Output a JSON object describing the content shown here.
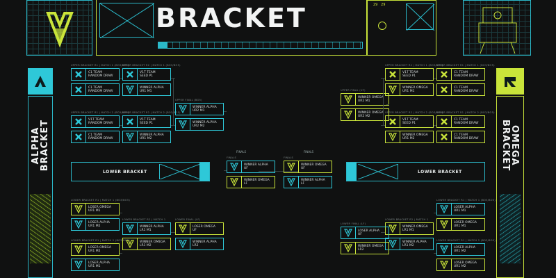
{
  "title": "BRACKET",
  "top_right_counter": "29   29",
  "alpha": {
    "label_line1": "ALPHA",
    "label_line2": "BRACKET",
    "logo": "AJ"
  },
  "omega": {
    "label_line1": "OMEGA",
    "label_line2": "BRACKET",
    "logo": "JR"
  },
  "lower_bracket_left": "LOWER BRACKET",
  "lower_bracket_right": "LOWER BRACKET",
  "finals_label_left": "FINALS",
  "finals_label_right": "FINALS",
  "left_upper": [
    {
      "head": "UPPER BRACKET R1 | MATCH 1 (BO3/BO5)",
      "teams": [
        {
          "icon": "x-icon",
          "color": "c",
          "label": "C1 TEAM\nRANDOM DRAW"
        },
        {
          "icon": "x-icon",
          "color": "c",
          "label": "C1 TEAM\nRANDOM DRAW"
        }
      ]
    },
    {
      "head": "UPPER BRACKET R1 | MATCH 2 (BO3/BO5)",
      "teams": [
        {
          "icon": "x-icon",
          "color": "c",
          "label": "V1T TEAM\nRANDOM DRAW"
        },
        {
          "icon": "x-icon",
          "color": "c",
          "label": "C1 TEAM\nRANDOM DRAW"
        }
      ]
    }
  ],
  "left_upper_r2": [
    {
      "head": "UPPER BRACKET R2 | MATCH 1 (BO3/BO5)",
      "teams": [
        {
          "icon": "x-icon",
          "color": "c",
          "label": "V1T TEAM\nSEED P1"
        },
        {
          "icon": "valorant-icon",
          "color": "c",
          "label": "WINNER ALPHA\nUR1 M1"
        }
      ]
    },
    {
      "head": "UPPER BRACKET R2 | MATCH 2 (BO3/BO5)",
      "teams": [
        {
          "icon": "x-icon",
          "color": "c",
          "label": "V1T TEAM\nSEED P1"
        },
        {
          "icon": "valorant-icon",
          "color": "c",
          "label": "WINNER ALPHA\nUR1 M2"
        }
      ]
    }
  ],
  "left_upper_final": {
    "head": "UPPER FINAL (BO5)",
    "teams": [
      {
        "icon": "valorant-icon",
        "color": "c",
        "label": "WINNER ALPHA\nUR2 M1"
      },
      {
        "icon": "valorant-icon",
        "color": "c",
        "label": "WINNER ALPHA\nUR2 M2"
      }
    ]
  },
  "left_finals": {
    "head": "FINALS",
    "teams": [
      {
        "icon": "valorant-icon",
        "color": "c",
        "label": "WINNER ALPHA\nUF"
      },
      {
        "icon": "valorant-icon",
        "color": "y",
        "label": "WINNER OMEGA\nLF"
      }
    ]
  },
  "left_lower_r1": [
    {
      "head": "LOWER BRACKET R1 | MATCH 1 (BO3/BO5)",
      "teams": [
        {
          "icon": "valorant-icon",
          "color": "y",
          "label": "LOSER OMEGA\nUR1 M1"
        },
        {
          "icon": "valorant-icon",
          "color": "c",
          "label": "LOSER ALPHA\nUR1 M2"
        }
      ]
    },
    {
      "head": "LOWER BRACKET R1 | MATCH 2 (BO3/BO5)",
      "teams": [
        {
          "icon": "valorant-icon",
          "color": "y",
          "label": "LOSER OMEGA\nUR1 M2"
        },
        {
          "icon": "valorant-icon",
          "color": "c",
          "label": "LOSER ALPHA\nUR1 M1"
        }
      ]
    }
  ],
  "left_lower_r2": [
    {
      "head": "LOWER BRACKET R2 | MATCH 1",
      "teams": [
        {
          "icon": "valorant-icon",
          "color": "c",
          "label": "WINNER ALPHA\nLR1 M1"
        },
        {
          "icon": "valorant-icon",
          "color": "y",
          "label": "WINNER OMEGA\nLR1 M2"
        }
      ]
    }
  ],
  "left_lower_final": {
    "head": "LOWER FINAL (LF)",
    "teams": [
      {
        "icon": "valorant-icon",
        "color": "y",
        "label": "LOSER OMEGA\nUF"
      },
      {
        "icon": "valorant-icon",
        "color": "c",
        "label": "WINNER ALPHA\nLR2"
      }
    ]
  },
  "right_upper": [
    {
      "head": "UPPER BRACKET R1 | MATCH 1 (BO3/BO5)",
      "teams": [
        {
          "icon": "x-icon",
          "color": "y",
          "label": "C1 TEAM\nRANDOM DRAW"
        },
        {
          "icon": "x-icon",
          "color": "y",
          "label": "C1 TEAM\nRANDOM DRAW"
        }
      ]
    },
    {
      "head": "UPPER BRACKET R1 | MATCH 2 (BO3/BO5)",
      "teams": [
        {
          "icon": "x-icon",
          "color": "y",
          "label": "C1 TEAM\nRANDOM DRAW"
        },
        {
          "icon": "x-icon",
          "color": "y",
          "label": "C1 TEAM\nRANDOM DRAW"
        }
      ]
    }
  ],
  "right_upper_r2": [
    {
      "head": "UPPER BRACKET R2 | MATCH 1 (BO3/BO5)",
      "teams": [
        {
          "icon": "x-icon",
          "color": "y",
          "label": "V1T TEAM\nSEED P1"
        },
        {
          "icon": "valorant-icon",
          "color": "y",
          "label": "WINNER OMEGA\nUR1 M1"
        }
      ]
    },
    {
      "head": "UPPER BRACKET R2 | MATCH 2 (BO3/BO5)",
      "teams": [
        {
          "icon": "x-icon",
          "color": "y",
          "label": "V1T TEAM\nSEED P1"
        },
        {
          "icon": "valorant-icon",
          "color": "y",
          "label": "WINNER OMEGA\nUR1 M2"
        }
      ]
    }
  ],
  "right_upper_final": {
    "head": "UPPER FINAL (UF)",
    "teams": [
      {
        "icon": "valorant-icon",
        "color": "y",
        "label": "WINNER OMEGA\nUR2 M1"
      },
      {
        "icon": "valorant-icon",
        "color": "y",
        "label": "WINNER OMEGA\nUR2 M2"
      }
    ]
  },
  "right_finals": {
    "head": "FINALS",
    "teams": [
      {
        "icon": "valorant-icon",
        "color": "y",
        "label": "WINNER OMEGA\nUF"
      },
      {
        "icon": "valorant-icon",
        "color": "c",
        "label": "WINNER ALPHA\nLF"
      }
    ]
  },
  "right_lower_r1": [
    {
      "head": "LOWER BRACKET R1 | MATCH 1 (BO3/BO5)",
      "teams": [
        {
          "icon": "valorant-icon",
          "color": "c",
          "label": "LOSER ALPHA\nUR1 M1"
        },
        {
          "icon": "valorant-icon",
          "color": "y",
          "label": "LOSER OMEGA\nUR1 M1"
        }
      ]
    },
    {
      "head": "LOWER BRACKET R1 | MATCH 2 (BO3/BO5)",
      "teams": [
        {
          "icon": "valorant-icon",
          "color": "c",
          "label": "LOSER ALPHA\nUR1 M2"
        },
        {
          "icon": "valorant-icon",
          "color": "y",
          "label": "LOSER OMEGA\nUR1 M2"
        }
      ]
    }
  ],
  "right_lower_r2": [
    {
      "head": "LOWER BRACKET R2 | MATCH 1",
      "teams": [
        {
          "icon": "valorant-icon",
          "color": "y",
          "label": "WINNER OMEGA\nLR1 M1"
        },
        {
          "icon": "valorant-icon",
          "color": "c",
          "label": "WINNER ALPHA\nLR1 M2"
        }
      ]
    }
  ],
  "right_lower_final": {
    "head": "LOWER FINAL (LF)",
    "teams": [
      {
        "icon": "valorant-icon",
        "color": "c",
        "label": "LOSER ALPHA\nUF"
      },
      {
        "icon": "valorant-icon",
        "color": "y",
        "label": "WINNER OMEGA\nLR2"
      }
    ]
  },
  "colors": {
    "cyan": "#2ec8d8",
    "yellow": "#c9e43a",
    "bg": "#101111"
  }
}
